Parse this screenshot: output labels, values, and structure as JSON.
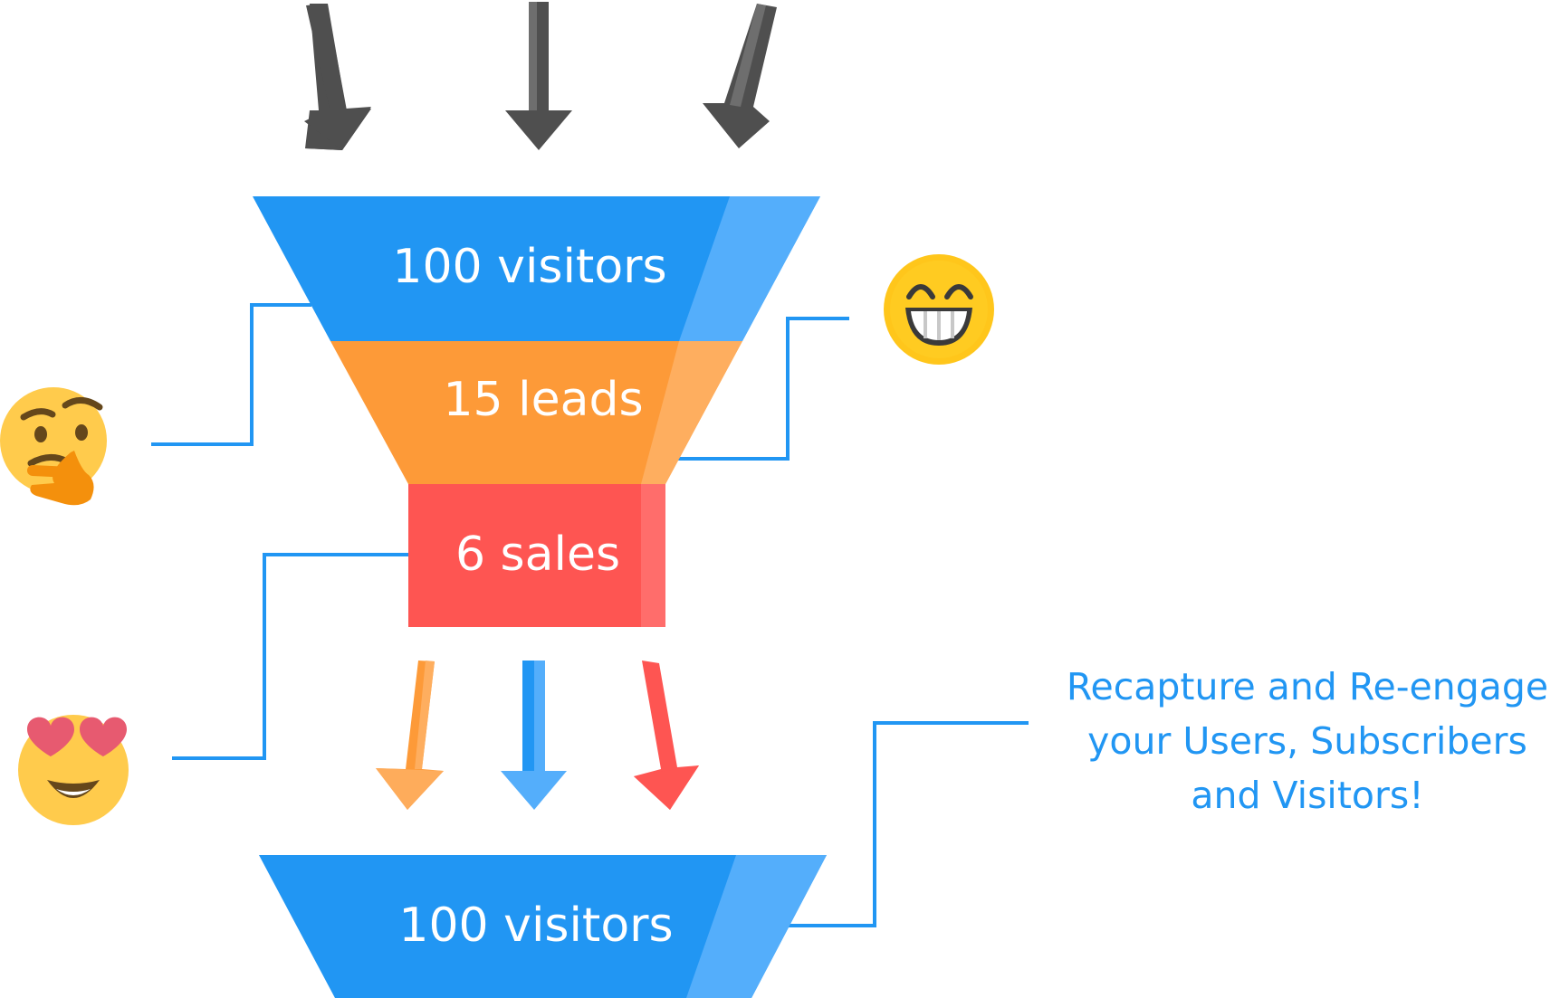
{
  "stages": {
    "visitors": "100 visitors",
    "leads": "15 leads",
    "sales": "6 sales",
    "retarget": "100 visitors"
  },
  "caption": {
    "line1": "Recapture and Re-engage",
    "line2": "your Users, Subscribers",
    "line3": "and Visitors!"
  },
  "colors": {
    "blue": "#2196f3",
    "blue_light": "#54aefb",
    "orange": "#fd9a38",
    "orange_light": "#feae5f",
    "red": "#fe5552",
    "red_light": "#ff6d6b",
    "input_arrow": "#4f4f4f",
    "input_arrow_light": "#6e6e6e",
    "connector": "#2196f3"
  },
  "emojis": {
    "thinking": "thinking-face-icon",
    "grinning": "grinning-face-icon",
    "heart_eyes": "heart-eyes-face-icon"
  }
}
